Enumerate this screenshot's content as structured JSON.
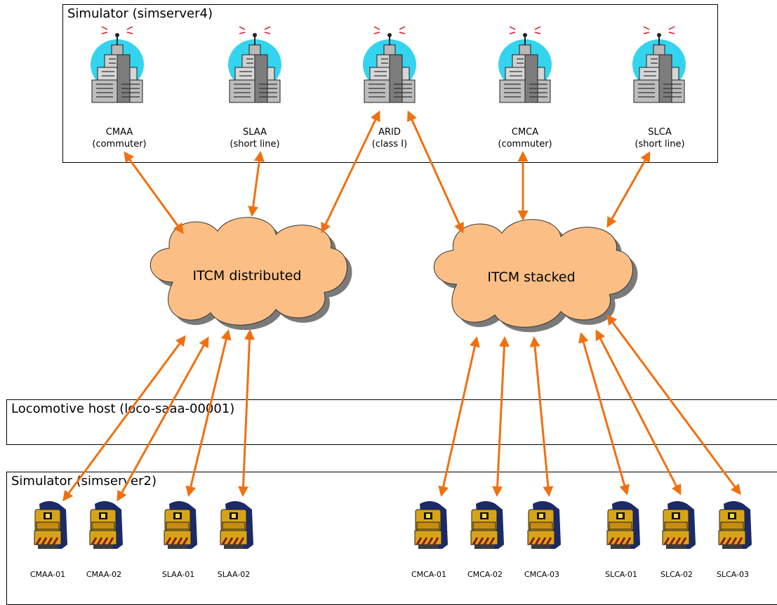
{
  "simserver4": {
    "title": "Simulator (simserver4)"
  },
  "railroads": [
    {
      "code": "CMAA",
      "type": "(commuter)"
    },
    {
      "code": "SLAA",
      "type": "(short line)"
    },
    {
      "code": "ARID",
      "type": "(class I)"
    },
    {
      "code": "CMCA",
      "type": "(commuter)"
    },
    {
      "code": "SLCA",
      "type": "(short line)"
    }
  ],
  "clouds": {
    "distributed": "ITCM distributed",
    "stacked": "ITCM stacked"
  },
  "loco_host": {
    "title": "Locomotive host (loco-saaa-00001)"
  },
  "simserver2": {
    "title": "Simulator (simserver2)"
  },
  "locomotives": [
    "CMAA-01",
    "CMAA-02",
    "SLAA-01",
    "SLAA-02",
    "CMCA-01",
    "CMCA-02",
    "CMCA-03",
    "SLCA-01",
    "SLCA-02",
    "SLCA-03"
  ],
  "colors": {
    "arrow": "#f07010",
    "cloud_fill": "#fbbf86",
    "cloud_shadow": "#7a7a7a",
    "building_halo": "#35d4ee",
    "loco_body": "#d7a418",
    "loco_dark": "#1b2a68"
  }
}
